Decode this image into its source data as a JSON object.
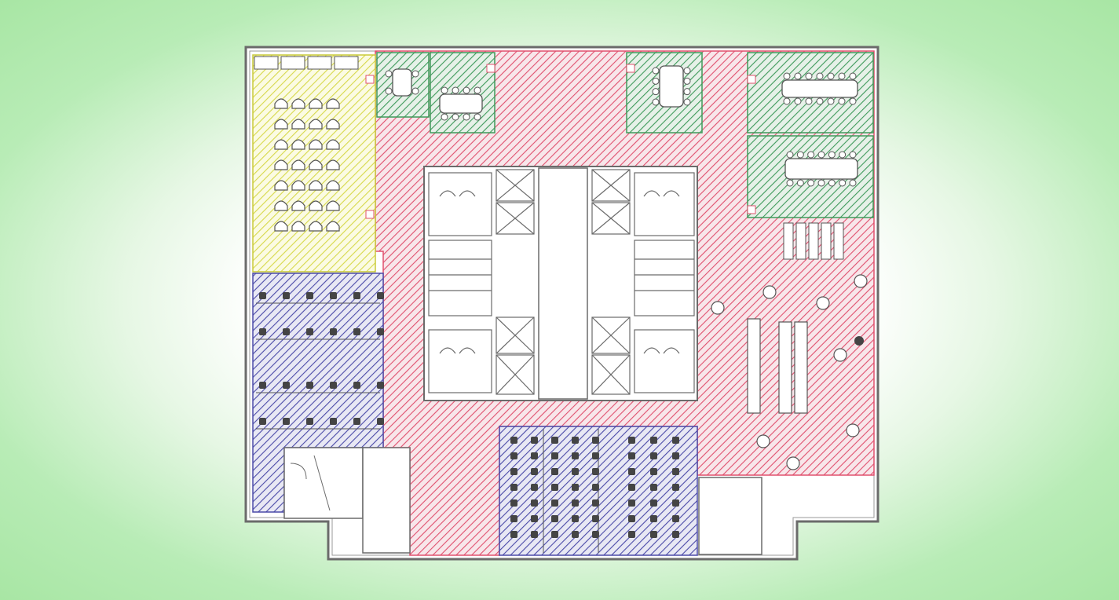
{
  "colors": {
    "background_center": "#ffffff",
    "background_edge": "#a8e6a4",
    "wall": "#6b6b6b",
    "circulation_zone": "#e0506e",
    "meeting_zone": "#3f9a5b",
    "workstation_zone": "#4b4aa8",
    "training_zone": "#d7d84a"
  },
  "legend": [
    {
      "zone": "circulation_zone",
      "color": "#e0506e"
    },
    {
      "zone": "meeting_zone",
      "color": "#3f9a5b"
    },
    {
      "zone": "workstation_zone",
      "color": "#4b4aa8"
    },
    {
      "zone": "training_zone",
      "color": "#d7d84a"
    }
  ]
}
